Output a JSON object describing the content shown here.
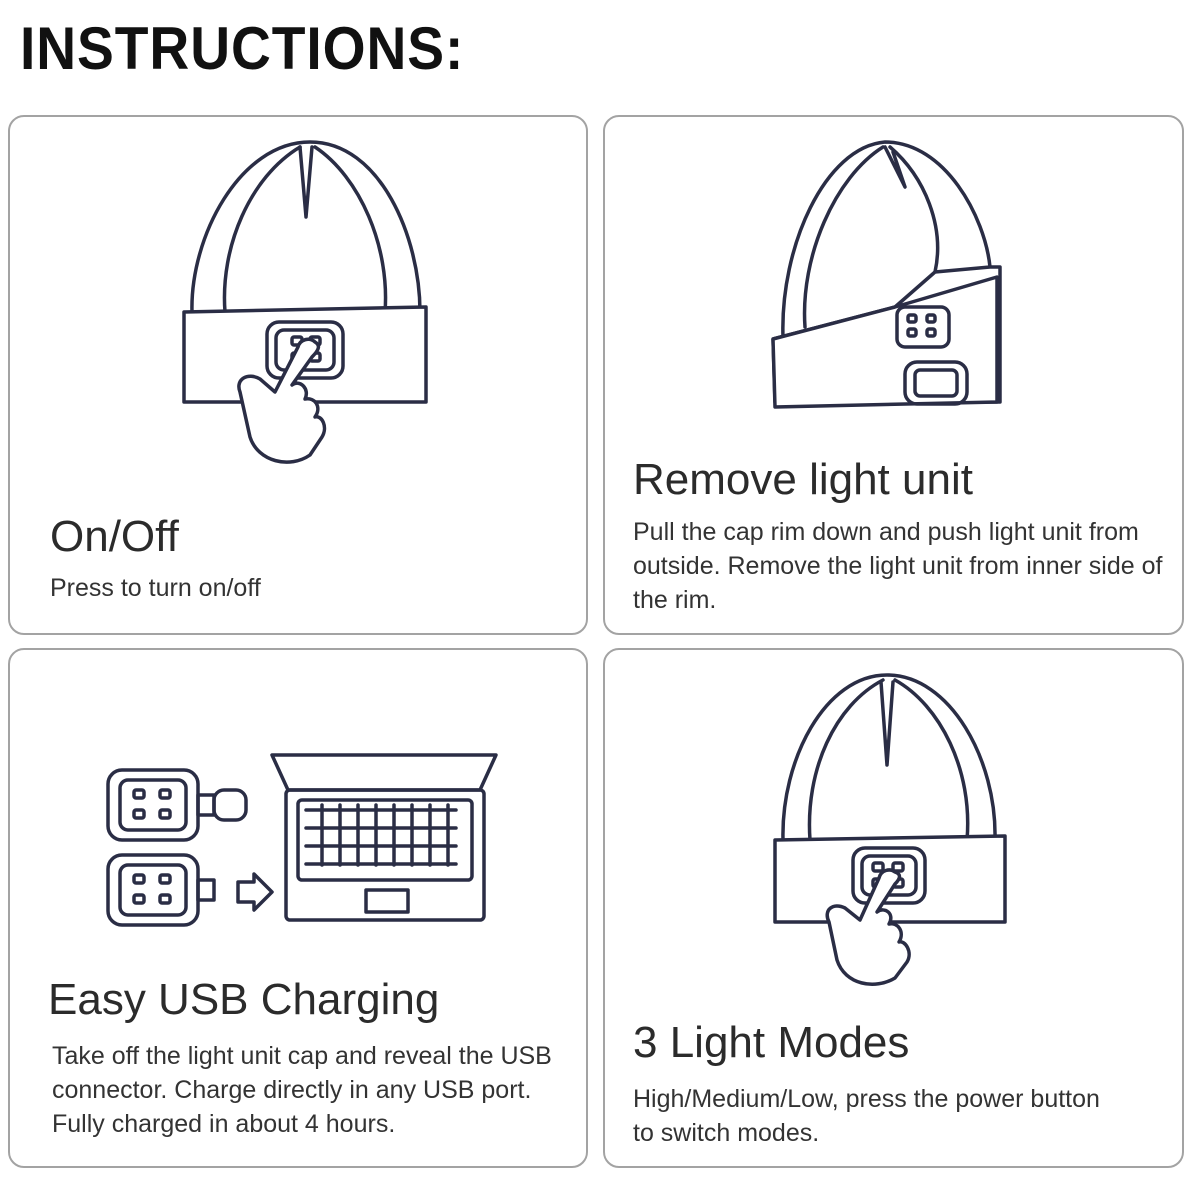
{
  "title": "INSTRUCTIONS:",
  "panels": [
    {
      "heading": "On/Off",
      "description": "Press to turn on/off"
    },
    {
      "heading": "Remove light unit",
      "description": "Pull the cap rim down and push light unit from outside. Remove the light unit from inner side of the rim."
    },
    {
      "heading": "Easy USB Charging",
      "description": "Take off the light unit cap and reveal the USB connector. Charge directly in any USB port. Fully charged in about 4 hours."
    },
    {
      "heading": "3 Light Modes",
      "description": "High/Medium/Low, press the power button to switch modes."
    }
  ],
  "colors": {
    "line": "#2a2d45",
    "border": "#a3a3a3"
  }
}
